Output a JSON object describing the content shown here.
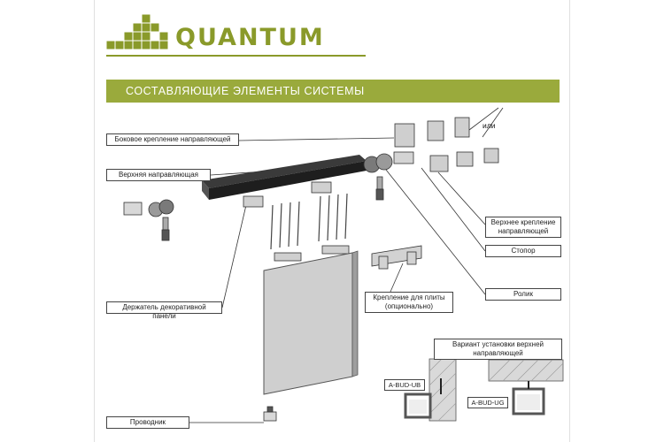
{
  "brand": {
    "name": "QUANTUM",
    "color": "#8a9a2a"
  },
  "banner": {
    "title": "СОСТАВЛЯЮЩИЕ ЭЛЕМЕНТЫ СИСТЕМЫ",
    "color": "#9aaa3c"
  },
  "labels": {
    "side_mount": "Боковое крепление направляющей",
    "top_rail": "Верхняя направляющая",
    "panel_holder": "Держатель декоративной панели",
    "guide": "Проводник",
    "top_mount": "Верхнее крепление направляющей",
    "stopper": "Стопор",
    "roller": "Ролик",
    "plate_mount": "Крепление для плиты (опционально)",
    "or": "или",
    "install_variant": "Вариант установки верхней направляющей",
    "code_ub": "A-BUD-UB",
    "code_ug": "A-BUD-UG"
  }
}
